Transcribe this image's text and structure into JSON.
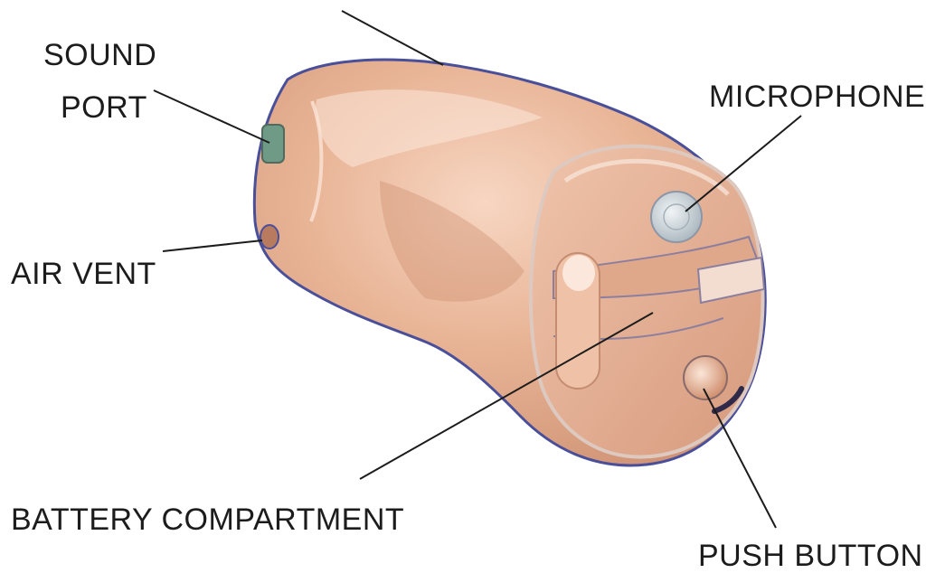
{
  "labels": {
    "sound_port_line1": "SOUND",
    "sound_port_line2": "PORT",
    "microphone": "MICROPHONE",
    "air_vent": "AIR VENT",
    "battery_compartment": "BATTERY COMPARTMENT",
    "push_button": "PUSH BUTTON"
  },
  "colors": {
    "shell": "#e7b598",
    "shell_highlight": "#f8dccb",
    "shell_shadow": "#c98d6f",
    "outline": "#4a4f9a",
    "leader_line": "#1c1c1c",
    "sound_port": "#6f9a86",
    "microphone": "#cfd6da",
    "text": "#1c1c1c"
  }
}
